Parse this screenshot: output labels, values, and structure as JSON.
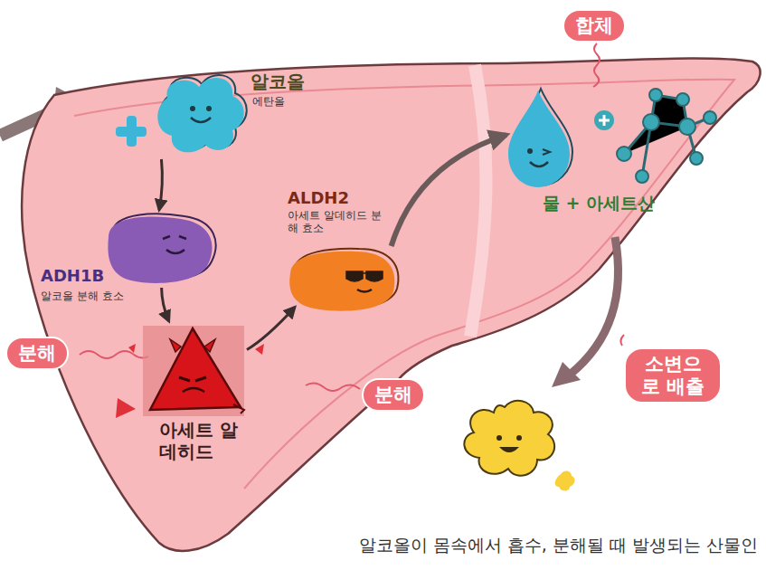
{
  "diagram": {
    "caption": "알코올이 몸속에서 흡수, 분해될 때 발생되는 산물인",
    "nodes": [
      {
        "text": [
          "알코올",
          "에탄올"
        ]
      },
      {
        "text": [
          "ADH1B",
          "알코올 분해 효소"
        ]
      },
      {
        "text": [
          "아세트 알데히드"
        ]
      },
      {
        "text": [
          "ALDH2",
          "아세트 알데히드 분해 효소"
        ]
      },
      {
        "text": [
          "물 + 아세트산"
        ]
      }
    ],
    "edges": [
      {
        "from": 0,
        "to": 1,
        "arrow": "to"
      },
      {
        "from": 1,
        "to": 2,
        "arrow": "to"
      },
      {
        "from": 2,
        "to": 3,
        "arrow": "to"
      },
      {
        "from": 3,
        "to": 4,
        "arrow": "to"
      }
    ],
    "labels": [
      "합체",
      "분해",
      "소변으로 배출",
      "분해"
    ]
  }
}
